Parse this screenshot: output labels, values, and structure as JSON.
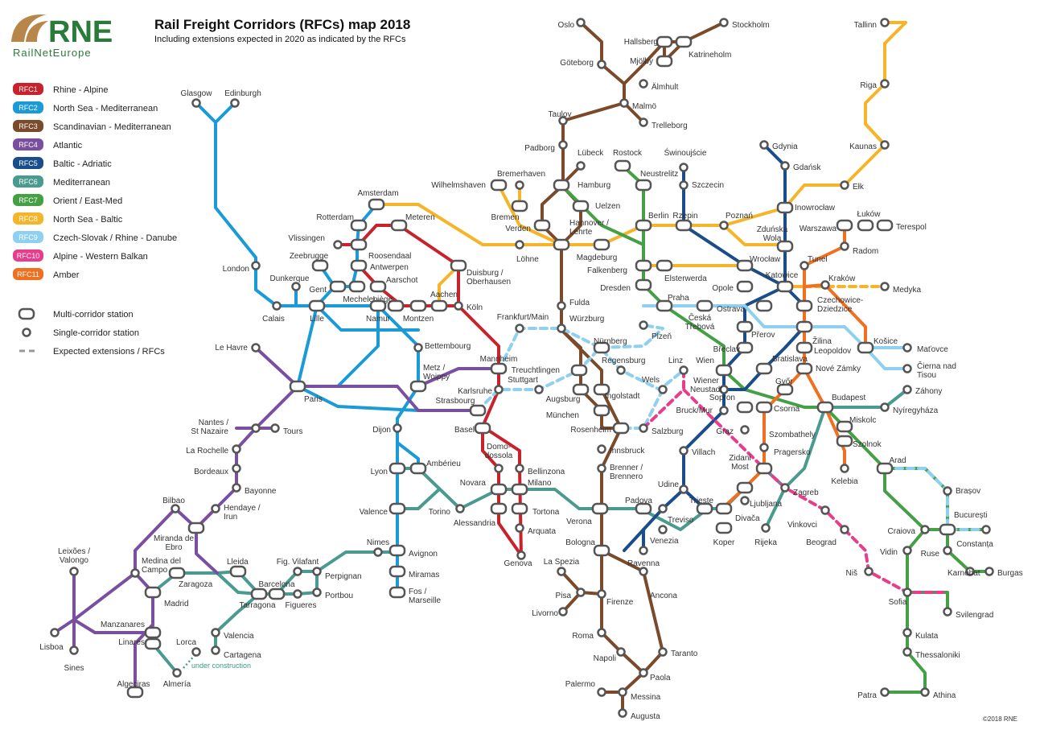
{
  "header": {
    "logo_text": "RNE",
    "logo_sub": "RailNetEurope",
    "title": "Rail Freight Corridors (RFCs) map 2018",
    "subtitle": "Including extensions expected in 2020 as indicated by the RFCs"
  },
  "legend": {
    "corridors": [
      {
        "code": "RFC1",
        "name": "Rhine - Alpine",
        "color": "#c8232c"
      },
      {
        "code": "RFC2",
        "name": "North Sea - Mediterranean",
        "color": "#1a9ad6"
      },
      {
        "code": "RFC3",
        "name": "Scandinavian - Mediterranean",
        "color": "#7a4a2a"
      },
      {
        "code": "RFC4",
        "name": "Atlantic",
        "color": "#7b4fa0"
      },
      {
        "code": "RFC5",
        "name": "Baltic - Adriatic",
        "color": "#1b4d8a"
      },
      {
        "code": "RFC6",
        "name": "Mediterranean",
        "color": "#4a9a8f"
      },
      {
        "code": "RFC7",
        "name": "Orient / East-Med",
        "color": "#45a045"
      },
      {
        "code": "RFC8",
        "name": "North Sea - Baltic",
        "color": "#f5b52a"
      },
      {
        "code": "RFC9",
        "name": "Czech-Slovak / Rhine - Danube",
        "color": "#8fd0f0"
      },
      {
        "code": "RFC10",
        "name": "Alpine - Western Balkan",
        "color": "#e83c8c"
      },
      {
        "code": "RFC11",
        "name": "Amber",
        "color": "#f07020"
      }
    ],
    "symbols": [
      {
        "name": "Multi-corridor station"
      },
      {
        "name": "Single-corridor station"
      },
      {
        "name": "Expected extensions / RFCs"
      }
    ]
  },
  "stations": {
    "Glasgow": "Glasgow",
    "Edinburgh": "Edinburgh",
    "London": "London",
    "Calais": "Calais",
    "Dunkerque": "Dunkerque",
    "Lille": "Lille",
    "Zeebrugge": "Zeebrugge",
    "Gent": "Gent",
    "Vlissingen": "Vlissingen",
    "Rotterdam": "Rotterdam",
    "Amsterdam": "Amsterdam",
    "Roosendaal": "Roosendaal",
    "Antwerpen": "Antwerpen",
    "Mechelen": "Mechelen",
    "Aarschot": "Aarschot",
    "Liege": "Liège",
    "Namur": "Namur",
    "Montzen": "Montzen",
    "Aachen": "Aachen",
    "Koln": "Köln",
    "Duisburg": "Duisburg / Oberhausen",
    "Meteren": "Meteren",
    "Le Havre": "Le Havre",
    "Paris": "Paris",
    "Bettembourg": "Bettembourg",
    "Metz": "Metz / Woippy",
    "Strasbourg": "Strasbourg",
    "Karlsruhe": "Karlsruhe",
    "Mannheim": "Mannheim",
    "Basel": "Basel",
    "Dijon": "Dijon",
    "Lyon": "Lyon",
    "Amberieu": "Ambérieu",
    "Valence": "Valence",
    "Avignon": "Avignon",
    "Miramas": "Miramas",
    "Fos": "Fos / Marseille",
    "Nimes": "Nimes",
    "Torino": "Torino",
    "Nantes": "Nantes / St Nazaire",
    "Tours": "Tours",
    "La Rochelle": "La Rochelle",
    "Bordeaux": "Bordeaux",
    "Bayonne": "Bayonne",
    "Hendaye": "Hendaye / Irun",
    "Bilbao": "Bilbao",
    "Miranda": "Miranda de Ebro",
    "Medina": "Medina del Campo",
    "Madrid": "Madrid",
    "Manzanares": "Manzanares",
    "Linares": "Linares",
    "Algeciras": "Algeciras",
    "Almeria": "Almería",
    "Lorca": "Lorca",
    "Cartagena": "Cartagena",
    "Valencia": "Valencia",
    "Tarragona": "Tarragona",
    "Zaragoza": "Zaragoza",
    "Lleida": "Lleida",
    "Barcelona": "Barcelona",
    "Figueres": "Figueres",
    "Fig Vilafant": "Fig. Vilafant",
    "Perpignan": "Perpignan",
    "Portbou": "Portbou",
    "Leixoes": "Leixões / Valongo",
    "Lisboa": "Lisboa",
    "Sines": "Sines",
    "Wilhelmshaven": "Wilhelmshaven",
    "Bremerhaven": "Bremerhaven",
    "Bremen": "Bremen",
    "Verden": "Verden",
    "Hamburg": "Hamburg",
    "Lubeck": "Lübeck",
    "Uelzen": "Uelzen",
    "Hannover": "Hannover / Lehrte",
    "Lohne": "Löhne",
    "Magdeburg": "Magdeburg",
    "Rostock": "Rostock",
    "Neustrelitz": "Neustrelitz",
    "Berlin": "Berlin",
    "Swinoujscie": "Świnoujście",
    "Szczecin": "Szczecin",
    "Rzepin": "Rzepin",
    "Poznan": "Poznań",
    "Falkenberg": "Falkenberg",
    "Elsterwerda": "Elsterwerda",
    "Dresden": "Dresden",
    "Frankfurt": "Frankfurt/Main",
    "Fulda": "Fulda",
    "Wurzburg": "Würzburg",
    "Nurnberg": "Nürnberg",
    "Regensburg": "Regensburg",
    "Treuchtlingen": "Treuchtlingen",
    "Stuttgart": "Stuttgart",
    "Augsburg": "Augsburg",
    "Ingolstadt": "Ingolstadt",
    "Munchen": "München",
    "Rosenheim": "Rosenheim",
    "Innsbruck": "Innsbruck",
    "Salzburg": "Salzburg",
    "Brenner": "Brenner / Brennero",
    "Domodossola": "Domo- dossola",
    "Bellinzona": "Bellinzona",
    "Novara": "Novara",
    "Milano": "Milano",
    "Alessandria": "Alessandria",
    "Tortona": "Tortona",
    "Arquata": "Arquata",
    "Genova": "Genova",
    "Verona": "Verona",
    "Padova": "Padova",
    "Venezia": "Venezia",
    "Treviso": "Treviso",
    "Trieste": "Trieste",
    "Udine": "Udine",
    "Villach": "Villach",
    "Bologna": "Bologna",
    "Ravenna": "Ravenna",
    "La Spezia": "La Spezia",
    "Pisa": "Pisa",
    "Livorno": "Livorno",
    "Firenze": "Firenze",
    "Ancona": "Ancona",
    "Roma": "Roma",
    "Napoli": "Napoli",
    "Taranto": "Taranto",
    "Paola": "Paola",
    "Palermo": "Palermo",
    "Messina": "Messina",
    "Augusta": "Augusta",
    "Oslo": "Oslo",
    "Stockholm": "Stockholm",
    "Goteborg": "Göteborg",
    "Hallsberg": "Hallsberg",
    "Katrineholm": "Katrineholm",
    "Mjolby": "Mjölby",
    "Almhult": "Älmhult",
    "Malmo": "Malmö",
    "Trelleborg": "Trelleborg",
    "Taulov": "Taulov",
    "Padborg": "Padborg",
    "Praha": "Praha",
    "Ceska": "Česká Třebová",
    "Plzen": "Plzeň",
    "Linz": "Linz",
    "Wels": "Wels",
    "Wien": "Wien",
    "Wiener Neustadt": "Wiener Neustadt",
    "Bruck": "Bruck/Mur",
    "Graz": "Graz",
    "Breclav": "Břeclav",
    "Bratislava": "Bratislava",
    "Ostrava": "Ostrava",
    "Prerov": "Přerov",
    "Zilina": "Žilina",
    "Leopoldov": "Leopoldov",
    "Kosice": "Košice",
    "Matovce": "Maťovce",
    "Cierna": "Čierna nad Tisou",
    "Sopron": "Sopron",
    "Gyor": "Győr",
    "Csorna": "Csorna",
    "Szombathely": "Szombathely",
    "Nove Zamky": "Nové Zámky",
    "Budapest": "Budapest",
    "Miskolc": "Miskolc",
    "Nyiregyhaza": "Nyíregyháza",
    "Zahony": "Záhony",
    "Szolnok": "Szolnok",
    "Kelebia": "Kelebia",
    "Pragersko": "Pragersko",
    "Zidani Most": "Zidani Most",
    "Ljubljana": "Ljubljana",
    "Zagreb": "Zagreb",
    "Rijeka": "Rijeka",
    "Koper": "Koper",
    "Divaca": "Divača",
    "Vinkovci": "Vinkovci",
    "Beograd": "Beograd",
    "Nis": "Niš",
    "Sofia": "Sofia",
    "Arad": "Arad",
    "Brasov": "Brașov",
    "Bucuresti": "București",
    "Constanta": "Constanța",
    "Craiova": "Craiova",
    "Vidin": "Vidin",
    "Ruse": "Ruse",
    "Karnobat": "Karnobat",
    "Burgas": "Burgas",
    "Svilengrad": "Svilengrad",
    "Kulata": "Kulata",
    "Thessaloniki": "Thessaloniki",
    "Patra": "Patra",
    "Athina": "Athina",
    "Gdynia": "Gdynia",
    "Gdansk": "Gdańsk",
    "Inowroclaw": "Inowrocław",
    "Zdunska": "Zduńska Wola",
    "Warszawa": "Warszawa",
    "Lukow": "Łuków",
    "Terespol": "Terespol",
    "Radom": "Radom",
    "Wroclaw": "Wrocław",
    "Opole": "Opole",
    "Katowice": "Katowice",
    "Tunel": "Tunel",
    "Krakow": "Kraków",
    "Medyka": "Medyka",
    "Czechowice": "Czechowice- Dziedzice",
    "Tallinn": "Tallinn",
    "Riga": "Riga",
    "Kaunas": "Kaunas",
    "Elk": "Ełk"
  },
  "annotations": {
    "under_construction": "under construction",
    "copyright": "©2018 RNE"
  }
}
